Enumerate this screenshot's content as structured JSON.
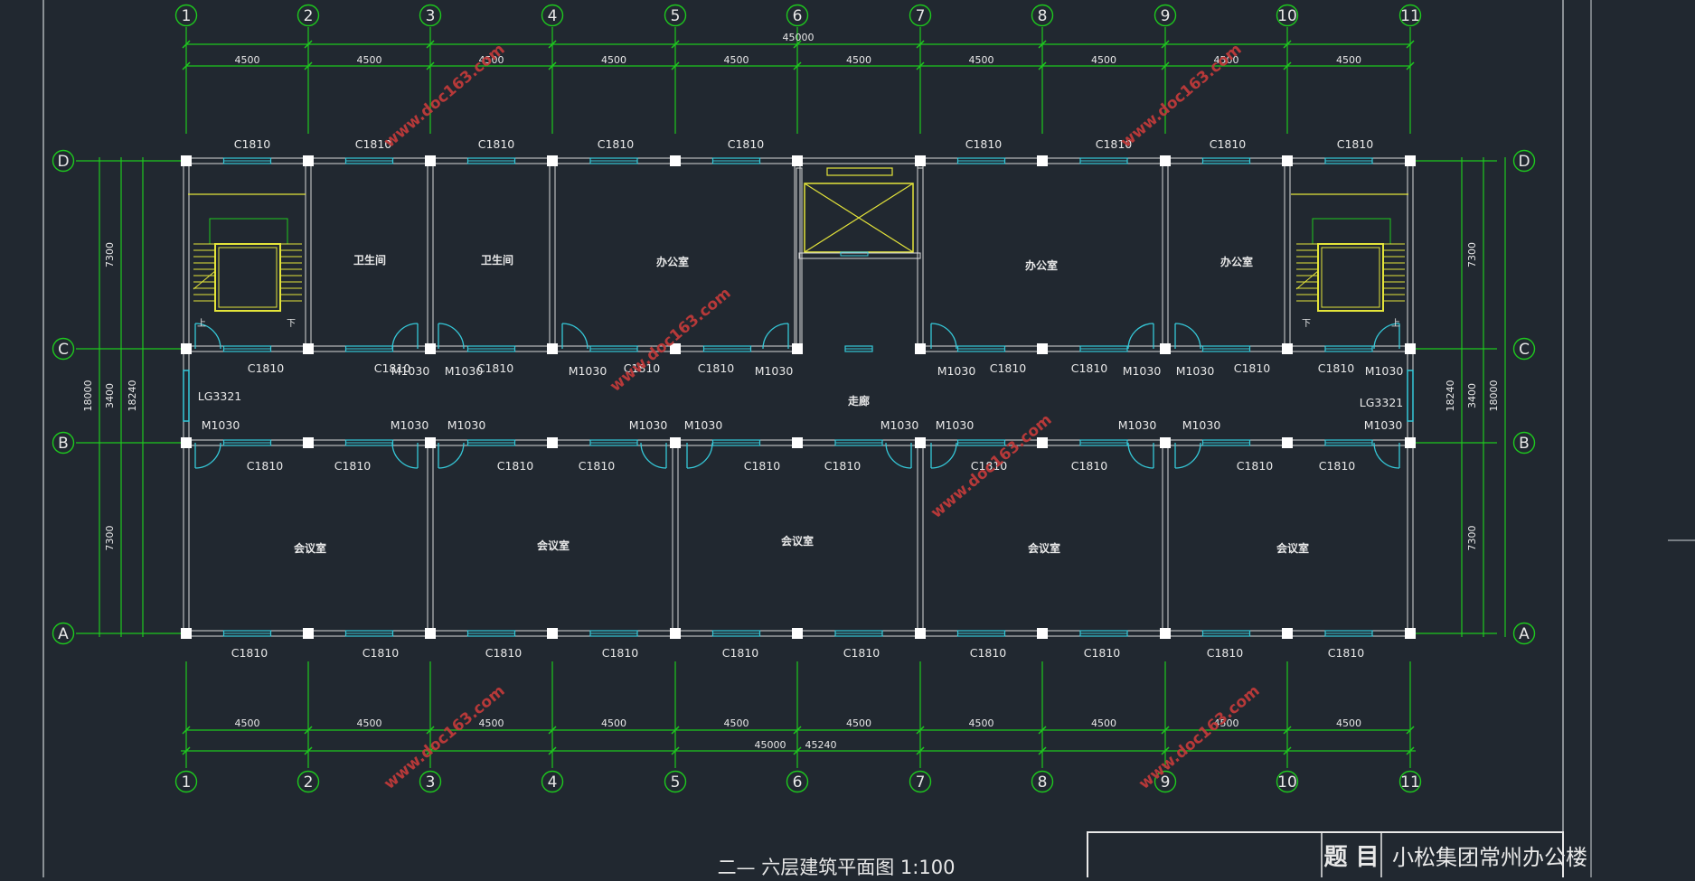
{
  "drawing": {
    "title": "二— 六层建筑平面图 1:100",
    "title_block": {
      "label": "题 目",
      "value": "小松集团常州办公楼"
    },
    "axes_numeric": [
      "1",
      "2",
      "3",
      "4",
      "5",
      "6",
      "7",
      "8",
      "9",
      "10",
      "11"
    ],
    "axes_letter": [
      "D",
      "C",
      "B",
      "A"
    ],
    "dims": {
      "bay": "4500",
      "total_top": "45000",
      "total_bottom": "45000",
      "total_bottom_outer": "45240",
      "side_7300": "7300",
      "side_3400": "3400",
      "side_18000": "18000",
      "side_18240": "18240"
    },
    "rooms": {
      "toilet1": "卫生间",
      "toilet2": "卫生间",
      "office1": "办公室",
      "office2": "办公室",
      "office3": "办公室",
      "corridor": "走廊",
      "meeting1": "会议室",
      "meeting2": "会议室",
      "meeting3": "会议室",
      "meeting4": "会议室",
      "meeting5": "会议室"
    },
    "stair_marks": {
      "up": "上",
      "down": "下"
    },
    "window_label": "C1810",
    "door_label": "M1030",
    "big_window_label": "LG3321",
    "watermark": "www.doc163.com",
    "colors": {
      "background": "#212830",
      "axis_green": "#1ec81e",
      "wall": "#d8d8d8",
      "window_cyan": "#35c8d8",
      "stair_yellow": "#e4e43a",
      "watermark_red": "#c03a3a",
      "text": "#e8e8e8"
    }
  }
}
